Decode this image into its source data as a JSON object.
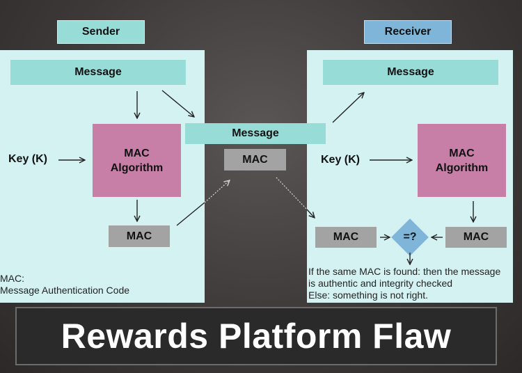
{
  "sender": {
    "tab_label": "Sender",
    "message_label": "Message",
    "key_label": "Key (K)",
    "mac_algorithm_line1": "MAC",
    "mac_algorithm_line2": "Algorithm",
    "mac_label": "MAC",
    "note_line1": "MAC:",
    "note_line2": "Message Authentication Code"
  },
  "channel": {
    "message_label": "Message",
    "mac_label": "MAC"
  },
  "receiver": {
    "tab_label": "Receiver",
    "message_label": "Message",
    "key_label": "Key (K)",
    "mac_algorithm_line1": "MAC",
    "mac_algorithm_line2": "Algorithm",
    "received_mac_label": "MAC",
    "computed_mac_label": "MAC",
    "compare_label": "=?",
    "result_line1": "If the same MAC is found: then the message",
    "result_line2": "is authentic and integrity checked",
    "result_line3": "Else: something is not right."
  },
  "banner": {
    "title": "Rewards Platform Flaw"
  },
  "colors": {
    "panel": "#d4f2f2",
    "message_bar": "#98dcd8",
    "mac_algorithm": "#c77fa8",
    "mac_box": "#a3a3a3",
    "receiver_tab": "#7fb5d9",
    "compare_diamond": "#7fb5d9"
  }
}
